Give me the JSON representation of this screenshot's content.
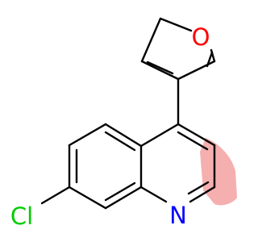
{
  "molecule": {
    "atoms": {
      "O": {
        "symbol": "O",
        "color": "#ff0000"
      },
      "N": {
        "symbol": "N",
        "color": "#0000ff"
      },
      "Cl": {
        "symbol": "Cl",
        "color": "#00cc00"
      }
    },
    "highlight_color": "#f4a6a6"
  }
}
